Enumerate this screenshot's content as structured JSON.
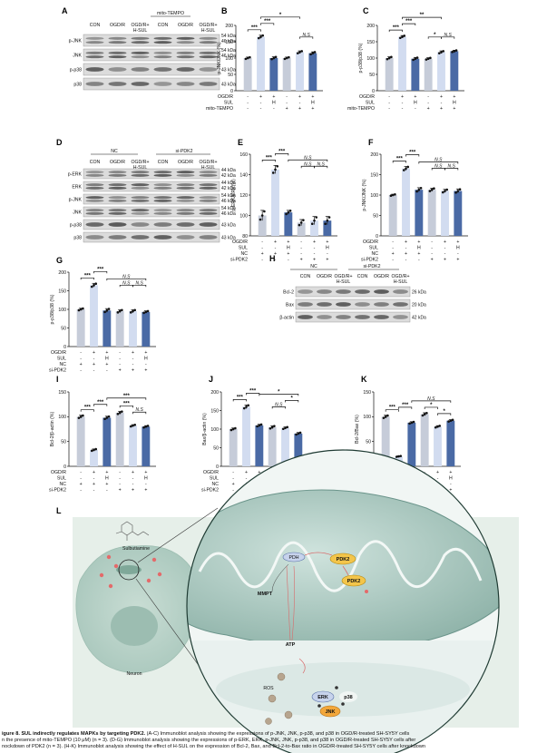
{
  "panels": {
    "A": {
      "label": "A",
      "group_header": "mito-TEMPO",
      "lanes": [
        "CON",
        "OGD/R",
        "OGD/R+\nH-SUL",
        "CON",
        "OGD/R",
        "OGD/R+\nH-SUL"
      ],
      "rows": [
        {
          "name": "p-JNK",
          "kda": [
            "54 kDa",
            "46 kDa"
          ]
        },
        {
          "name": "JNK",
          "kda": [
            "54 kDa",
            "46 kDa"
          ]
        },
        {
          "name": "p-p38",
          "kda": [
            "43 kDa"
          ]
        },
        {
          "name": "p38",
          "kda": [
            "43 kDa"
          ]
        }
      ]
    },
    "D": {
      "label": "D",
      "group_headers": [
        "NC",
        "si-PDK2"
      ],
      "lanes": [
        "CON",
        "OGD/R",
        "OGD/R+\nH-SUL",
        "CON",
        "OGD/R",
        "OGD/R+\nH-SUL"
      ],
      "rows": [
        {
          "name": "p-ERK",
          "kda": [
            "44 kDa",
            "42 kDa"
          ]
        },
        {
          "name": "ERK",
          "kda": [
            "44 kDa",
            "42 kDa"
          ]
        },
        {
          "name": "p-JNK",
          "kda": [
            "54 kDa",
            "46 kDa"
          ]
        },
        {
          "name": "JNK",
          "kda": [
            "54 kDa",
            "46 kDa"
          ]
        },
        {
          "name": "p-p38",
          "kda": [
            "43 kDa"
          ]
        },
        {
          "name": "p38",
          "kda": [
            "43 kDa"
          ]
        }
      ]
    },
    "H": {
      "label": "H",
      "group_headers": [
        "NC",
        "si-PDK2"
      ],
      "lanes": [
        "CON",
        "OGD/R",
        "OGD/R+\nH-SUL",
        "CON",
        "OGD/R",
        "OGD/R+\nH-SUL"
      ],
      "rows": [
        {
          "name": "Bcl-2",
          "kda": [
            "26 kDa"
          ]
        },
        {
          "name": "Bax",
          "kda": [
            "20 kDa"
          ]
        },
        {
          "name": "β-actin",
          "kda": [
            "42 kDa"
          ]
        }
      ]
    },
    "L": {
      "label": "L",
      "labels": {
        "drug": "Sulbutiamine",
        "pdh": "PDH",
        "pdk2a": "PDK2",
        "pdk2b": "PDK2",
        "mmpt": "MMPT",
        "atp": "ATP",
        "ros": "ROS",
        "erk": "ERK",
        "p38": "p38",
        "jnk": "JNK",
        "neuron": "Neuron"
      }
    }
  },
  "treatments": {
    "mito": {
      "rows": [
        "OGD/R",
        "SUL",
        "mito-TEMPO"
      ],
      "cells": [
        [
          "-",
          "+",
          "+",
          "-",
          "+",
          "+"
        ],
        [
          "-",
          "-",
          "H",
          "-",
          "-",
          "H"
        ],
        [
          "-",
          "-",
          "-",
          "+",
          "+",
          "+"
        ]
      ]
    },
    "pdk2": {
      "rows": [
        "OGD/R",
        "SUL",
        "NC",
        "si-PDK2"
      ],
      "cells": [
        [
          "-",
          "+",
          "+",
          "-",
          "+",
          "+"
        ],
        [
          "-",
          "-",
          "H",
          "-",
          "-",
          "H"
        ],
        [
          "+",
          "+",
          "+",
          "-",
          "-",
          "-"
        ],
        [
          "-",
          "-",
          "-",
          "+",
          "+",
          "+"
        ]
      ]
    }
  },
  "chart_data": [
    {
      "id": "B",
      "type": "bar",
      "ylabel": "p-JNK/JNK (%)",
      "ylim": [
        0,
        200
      ],
      "yticks": [
        0,
        50,
        100,
        150,
        200
      ],
      "values": [
        100,
        165,
        100,
        100,
        118,
        115
      ],
      "errors": [
        3,
        5,
        4,
        3,
        4,
        4
      ],
      "bar_colors": [
        "#c6ccd9",
        "#d2dcf0",
        "#4a6aa5",
        "#c6ccd9",
        "#d2dcf0",
        "#4a6aa5"
      ],
      "treat": "mito",
      "sig": [
        {
          "a": 0,
          "b": 1,
          "lvl": 0,
          "t": "***"
        },
        {
          "a": 1,
          "b": 2,
          "lvl": 1,
          "t": "***"
        },
        {
          "a": 1,
          "b": 4,
          "lvl": 2,
          "t": "*"
        },
        {
          "a": 4,
          "b": 5,
          "lvl": 0,
          "t": "N.S"
        }
      ]
    },
    {
      "id": "C",
      "type": "bar",
      "ylabel": "p-p38/p38 (%)",
      "ylim": [
        0,
        200
      ],
      "yticks": [
        0,
        50,
        100,
        150,
        200
      ],
      "values": [
        100,
        165,
        98,
        98,
        118,
        121
      ],
      "errors": [
        4,
        4,
        4,
        3,
        4,
        3
      ],
      "bar_colors": [
        "#c6ccd9",
        "#d2dcf0",
        "#4a6aa5",
        "#c6ccd9",
        "#d2dcf0",
        "#4a6aa5"
      ],
      "treat": "mito",
      "sig": [
        {
          "a": 0,
          "b": 1,
          "lvl": 0,
          "t": "***"
        },
        {
          "a": 1,
          "b": 2,
          "lvl": 1,
          "t": "***"
        },
        {
          "a": 3,
          "b": 4,
          "lvl": 0,
          "t": "*"
        },
        {
          "a": 1,
          "b": 4,
          "lvl": 2,
          "t": "**"
        },
        {
          "a": 4,
          "b": 5,
          "lvl": 0,
          "t": "N.S"
        }
      ]
    },
    {
      "id": "E",
      "type": "bar",
      "ylabel": "p-ERK/ERK(%)",
      "ylim": [
        80,
        160
      ],
      "yticks": [
        80,
        100,
        120,
        140,
        160
      ],
      "values": [
        100,
        145,
        103,
        93,
        95,
        95
      ],
      "errors": [
        5,
        4,
        2,
        3,
        4,
        4
      ],
      "bar_colors": [
        "#c6ccd9",
        "#d2dcf0",
        "#4a6aa5",
        "#c6ccd9",
        "#d2dcf0",
        "#4a6aa5"
      ],
      "treat": "pdk2",
      "sig": [
        {
          "a": 0,
          "b": 1,
          "lvl": 0,
          "t": "***"
        },
        {
          "a": 1,
          "b": 2,
          "lvl": 1,
          "t": "***"
        },
        {
          "a": 3,
          "b": 4,
          "lvl": 0,
          "t": "N.S"
        },
        {
          "a": 4,
          "b": 5,
          "lvl": 0,
          "t": "N.S"
        },
        {
          "a": 2,
          "b": 5,
          "lvl": 1,
          "t": "N.S"
        }
      ]
    },
    {
      "id": "F",
      "type": "bar",
      "ylabel": "p-JNK/JNK (%)",
      "ylim": [
        0,
        200
      ],
      "yticks": [
        0,
        50,
        100,
        150,
        200
      ],
      "values": [
        100,
        165,
        113,
        113,
        110,
        110
      ],
      "errors": [
        2,
        5,
        5,
        4,
        4,
        5
      ],
      "bar_colors": [
        "#c6ccd9",
        "#d2dcf0",
        "#4a6aa5",
        "#c6ccd9",
        "#d2dcf0",
        "#4a6aa5"
      ],
      "treat": "pdk2",
      "sig": [
        {
          "a": 0,
          "b": 1,
          "lvl": 0,
          "t": "***"
        },
        {
          "a": 1,
          "b": 2,
          "lvl": 1,
          "t": "***"
        },
        {
          "a": 3,
          "b": 4,
          "lvl": 0,
          "t": "N.S"
        },
        {
          "a": 4,
          "b": 5,
          "lvl": 0,
          "t": "N.S"
        },
        {
          "a": 2,
          "b": 5,
          "lvl": 1,
          "t": "N.S"
        }
      ]
    },
    {
      "id": "G",
      "type": "bar",
      "ylabel": "p-p38/p38 (%)",
      "ylim": [
        0,
        200
      ],
      "yticks": [
        0,
        50,
        100,
        150,
        200
      ],
      "values": [
        100,
        165,
        97,
        95,
        95,
        93
      ],
      "errors": [
        3,
        5,
        5,
        4,
        4,
        3
      ],
      "bar_colors": [
        "#c6ccd9",
        "#d2dcf0",
        "#4a6aa5",
        "#c6ccd9",
        "#d2dcf0",
        "#4a6aa5"
      ],
      "treat": "pdk2",
      "sig": [
        {
          "a": 0,
          "b": 1,
          "lvl": 0,
          "t": "***"
        },
        {
          "a": 1,
          "b": 2,
          "lvl": 1,
          "t": "***"
        },
        {
          "a": 3,
          "b": 4,
          "lvl": 0,
          "t": "N.S"
        },
        {
          "a": 4,
          "b": 5,
          "lvl": 0,
          "t": "N.S"
        },
        {
          "a": 2,
          "b": 5,
          "lvl": 1,
          "t": "N.S"
        }
      ]
    },
    {
      "id": "I",
      "type": "bar",
      "ylabel": "Bcl-2/β-actin (%)",
      "ylim": [
        0,
        150
      ],
      "yticks": [
        0,
        50,
        100,
        150
      ],
      "values": [
        100,
        33,
        98,
        108,
        82,
        80
      ],
      "errors": [
        3,
        2,
        3,
        3,
        2,
        2
      ],
      "bar_colors": [
        "#c6ccd9",
        "#d2dcf0",
        "#4a6aa5",
        "#c6ccd9",
        "#d2dcf0",
        "#4a6aa5"
      ],
      "treat": "pdk2",
      "sig": [
        {
          "a": 0,
          "b": 1,
          "lvl": 0,
          "t": "***"
        },
        {
          "a": 1,
          "b": 2,
          "lvl": 1,
          "t": "***"
        },
        {
          "a": 3,
          "b": 4,
          "lvl": 0,
          "t": "***"
        },
        {
          "a": 4,
          "b": 5,
          "lvl": 0,
          "t": "N.S"
        },
        {
          "a": 2,
          "b": 5,
          "lvl": 2,
          "t": "***"
        }
      ]
    },
    {
      "id": "J",
      "type": "bar",
      "ylabel": "Bax/β-actin (%)",
      "ylim": [
        0,
        200
      ],
      "yticks": [
        0,
        50,
        100,
        150,
        200
      ],
      "values": [
        100,
        160,
        110,
        105,
        103,
        88
      ],
      "errors": [
        3,
        5,
        3,
        4,
        3,
        3
      ],
      "bar_colors": [
        "#c6ccd9",
        "#d2dcf0",
        "#4a6aa5",
        "#c6ccd9",
        "#d2dcf0",
        "#4a6aa5"
      ],
      "treat": "pdk2",
      "sig": [
        {
          "a": 0,
          "b": 1,
          "lvl": 0,
          "t": "***"
        },
        {
          "a": 1,
          "b": 2,
          "lvl": 1,
          "t": "***"
        },
        {
          "a": 3,
          "b": 4,
          "lvl": 0,
          "t": "N.S"
        },
        {
          "a": 4,
          "b": 5,
          "lvl": 1,
          "t": "*"
        },
        {
          "a": 2,
          "b": 5,
          "lvl": 2,
          "t": "*"
        }
      ]
    },
    {
      "id": "K",
      "type": "bar",
      "ylabel": "Bcl-2/Bax (%)",
      "ylim": [
        0,
        150
      ],
      "yticks": [
        0,
        50,
        100,
        150
      ],
      "values": [
        100,
        20,
        88,
        105,
        80,
        92
      ],
      "errors": [
        3,
        1,
        2,
        3,
        2,
        2
      ],
      "bar_colors": [
        "#c6ccd9",
        "#d2dcf0",
        "#4a6aa5",
        "#c6ccd9",
        "#d2dcf0",
        "#4a6aa5"
      ],
      "treat": "pdk2",
      "sig": [
        {
          "a": 0,
          "b": 1,
          "lvl": 0,
          "t": "***"
        },
        {
          "a": 1,
          "b": 2,
          "lvl": 1,
          "t": "***"
        },
        {
          "a": 3,
          "b": 4,
          "lvl": 0,
          "t": "*"
        },
        {
          "a": 4,
          "b": 5,
          "lvl": 0,
          "t": "*"
        },
        {
          "a": 2,
          "b": 5,
          "lvl": 2,
          "t": "N.S"
        }
      ]
    }
  ],
  "caption": {
    "title": "igure 8. SUL indirectly regulates MAPKs by targeting PDK2.",
    "line1_rest": " (A-C) Immunoblot analysis showing the expressions of p-JNK, JNK, p-p38, and p38 in OGD/R-treated SH-SY5Y cells",
    "line2": "n the presence of mito-TEMPO (10 μM) (n = 3). (D-G) Immunoblot analysis showing the expressions of p-ERK, ERK, p-JNK, JNK, p-p38, and p38 in OGD/R-treated SH-SY5Y cells after",
    "line3": "nockdown of PDK2 (n = 3). (H-K) Immunoblot analysis showing the effect of H-SUL on the expression of Bcl-2, Bax, and Bcl-2-to-Bax ratio in OGD/R-treated SH-SY5Y cells after knockdown"
  }
}
